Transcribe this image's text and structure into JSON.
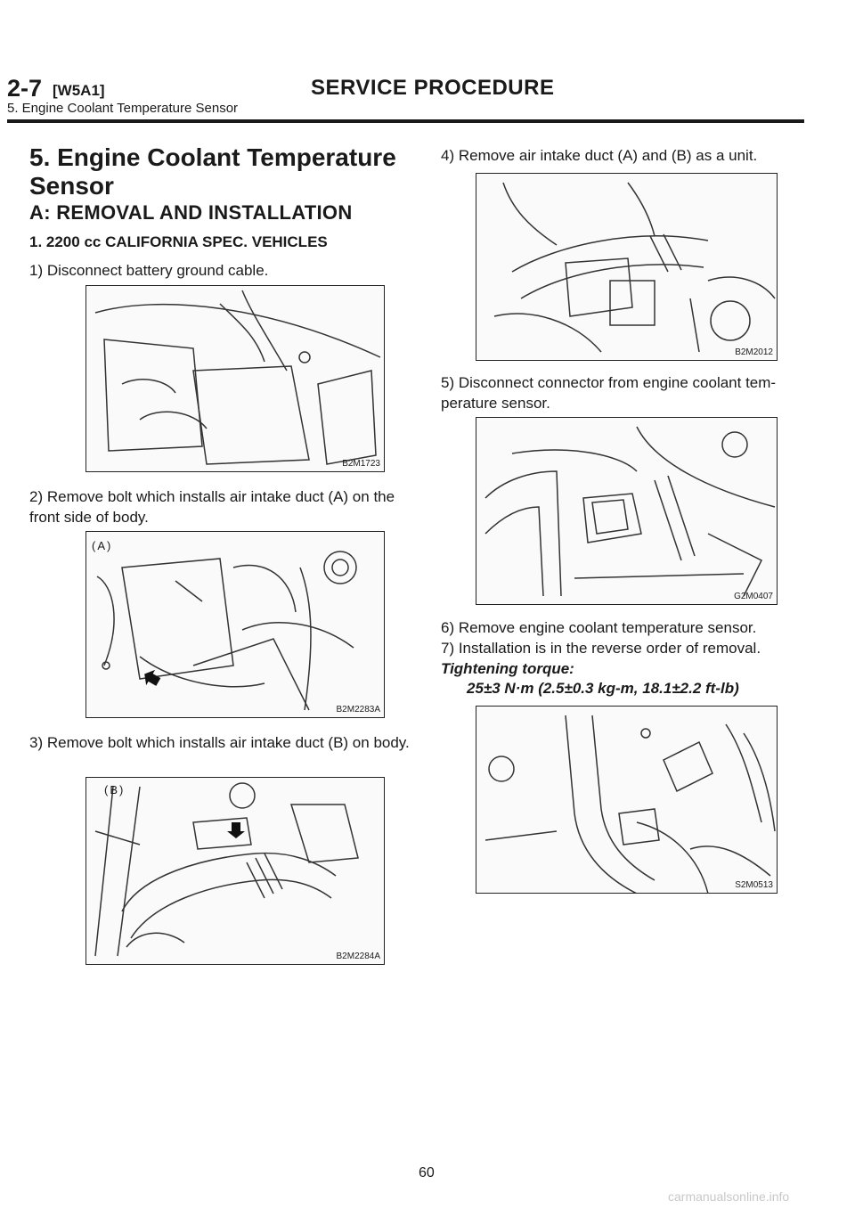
{
  "header": {
    "section_number": "2-7",
    "code": "[W5A1]",
    "title": "SERVICE PROCEDURE",
    "subtitle": "5. Engine Coolant Temperature Sensor"
  },
  "section": {
    "heading": "5. Engine Coolant Temperature Sensor",
    "subheading": "A: REMOVAL AND INSTALLATION",
    "sub_subheading": "1. 2200 cc CALIFORNIA SPEC. VEHICLES"
  },
  "steps": {
    "s1": "1) Disconnect battery ground cable.",
    "s2": "2) Remove bolt which installs air intake duct (A) on the front side of body.",
    "s3": "3) Remove bolt which installs air intake duct (B) on body.",
    "s4": "4) Remove air intake duct (A) and (B) as a unit.",
    "s5": "5) Disconnect connector from engine coolant tem- perature sensor.",
    "s6": "6) Remove engine coolant temperature sensor.",
    "s7": "7) Installation is in the reverse order of removal."
  },
  "torque": {
    "label": "Tightening torque:",
    "value": "25±3 N·m (2.5±0.3 kg-m, 18.1±2.2 ft-lb)"
  },
  "figures": {
    "f1": {
      "code": "B2M1723"
    },
    "f2": {
      "code": "B2M2283A",
      "tag": "(A)"
    },
    "f3": {
      "code": "B2M2284A",
      "tag": "(B)"
    },
    "f4": {
      "code": "B2M2012"
    },
    "f5": {
      "code": "G2M0407"
    },
    "f6": {
      "code": "S2M0513"
    }
  },
  "footer": {
    "page_number": "60",
    "watermark": "carmanualsonline.info"
  }
}
